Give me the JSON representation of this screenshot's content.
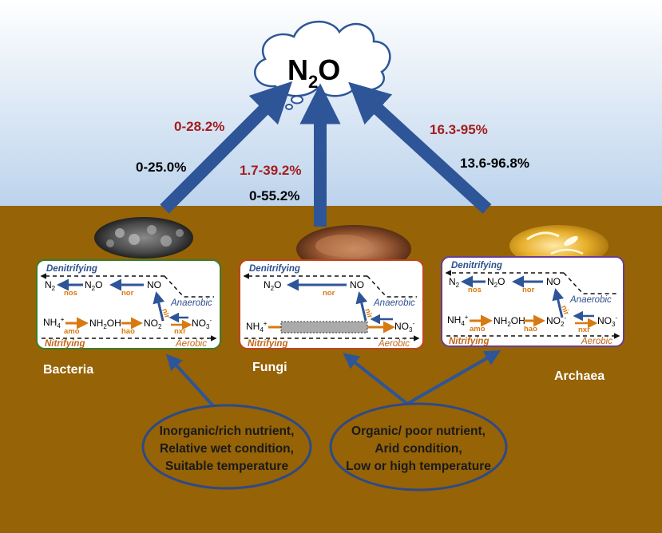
{
  "title": {
    "main": "N",
    "sub": "2",
    "tail": "O"
  },
  "percentages": {
    "bacteria_red": "0-28.2%",
    "bacteria_black": "0-25.0%",
    "fungi_red": "1.7-39.2%",
    "fungi_black": "0-55.2%",
    "archaea_red": "16.3-95%",
    "archaea_black": "13.6-96.8%"
  },
  "organisms": {
    "bacteria": "Bacteria",
    "fungi": "Fungi",
    "archaea": "Archaea"
  },
  "panel": {
    "denitrifying": "Denitrifying",
    "nitrifying": "Nitrifying",
    "anaerobic": "Anaerobic",
    "aerobic": "Aerobic",
    "n2": "N",
    "n2_sub": "2",
    "n2o": "N",
    "n2o_sub": "2",
    "n2o_tail": "O",
    "no": "NO",
    "nh4": "NH",
    "nh4_sub": "4",
    "nh4_sup": "+",
    "nh2oh": "NH",
    "nh2oh_sub": "2",
    "nh2oh_tail": "OH",
    "no2": "NO",
    "no2_sub": "2",
    "no2_sup": "-",
    "no3": "NO",
    "no3_sub": "3",
    "no3_sup": "-",
    "nos": "nos",
    "nor": "nor",
    "nir": "nir",
    "nxr": "nxr",
    "amo": "amo",
    "hao": "hao"
  },
  "conditions": {
    "left": [
      "Inorganic/rich nutrient,",
      "Relative wet condition,",
      "Suitable temperature"
    ],
    "right": [
      "Organic/ poor nutrient,",
      "Arid condition,",
      "Low or high temperature"
    ]
  },
  "colors": {
    "sky_top": "#ffffff",
    "sky_bottom": "#bcd3ec",
    "soil": "#966306",
    "arrow_blue": "#2e5597",
    "bacteria_border": "#3a7d2c",
    "fungi_border": "#c0451f",
    "archaea_border": "#6a3d93"
  }
}
